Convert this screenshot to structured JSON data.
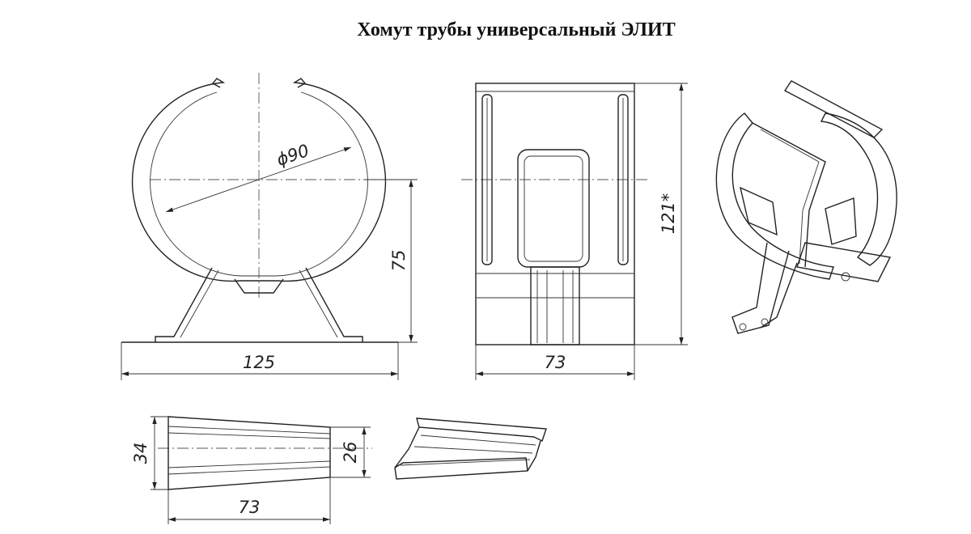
{
  "title": "Хомут трубы универсальный ЭЛИТ",
  "front_view": {
    "diameter_label": "ϕ90",
    "height_label": "75",
    "width_label": "125"
  },
  "side_view": {
    "height_label": "121*",
    "width_label": "73"
  },
  "plate_view": {
    "wide_label": "34",
    "narrow_label": "26",
    "length_label": "73"
  }
}
